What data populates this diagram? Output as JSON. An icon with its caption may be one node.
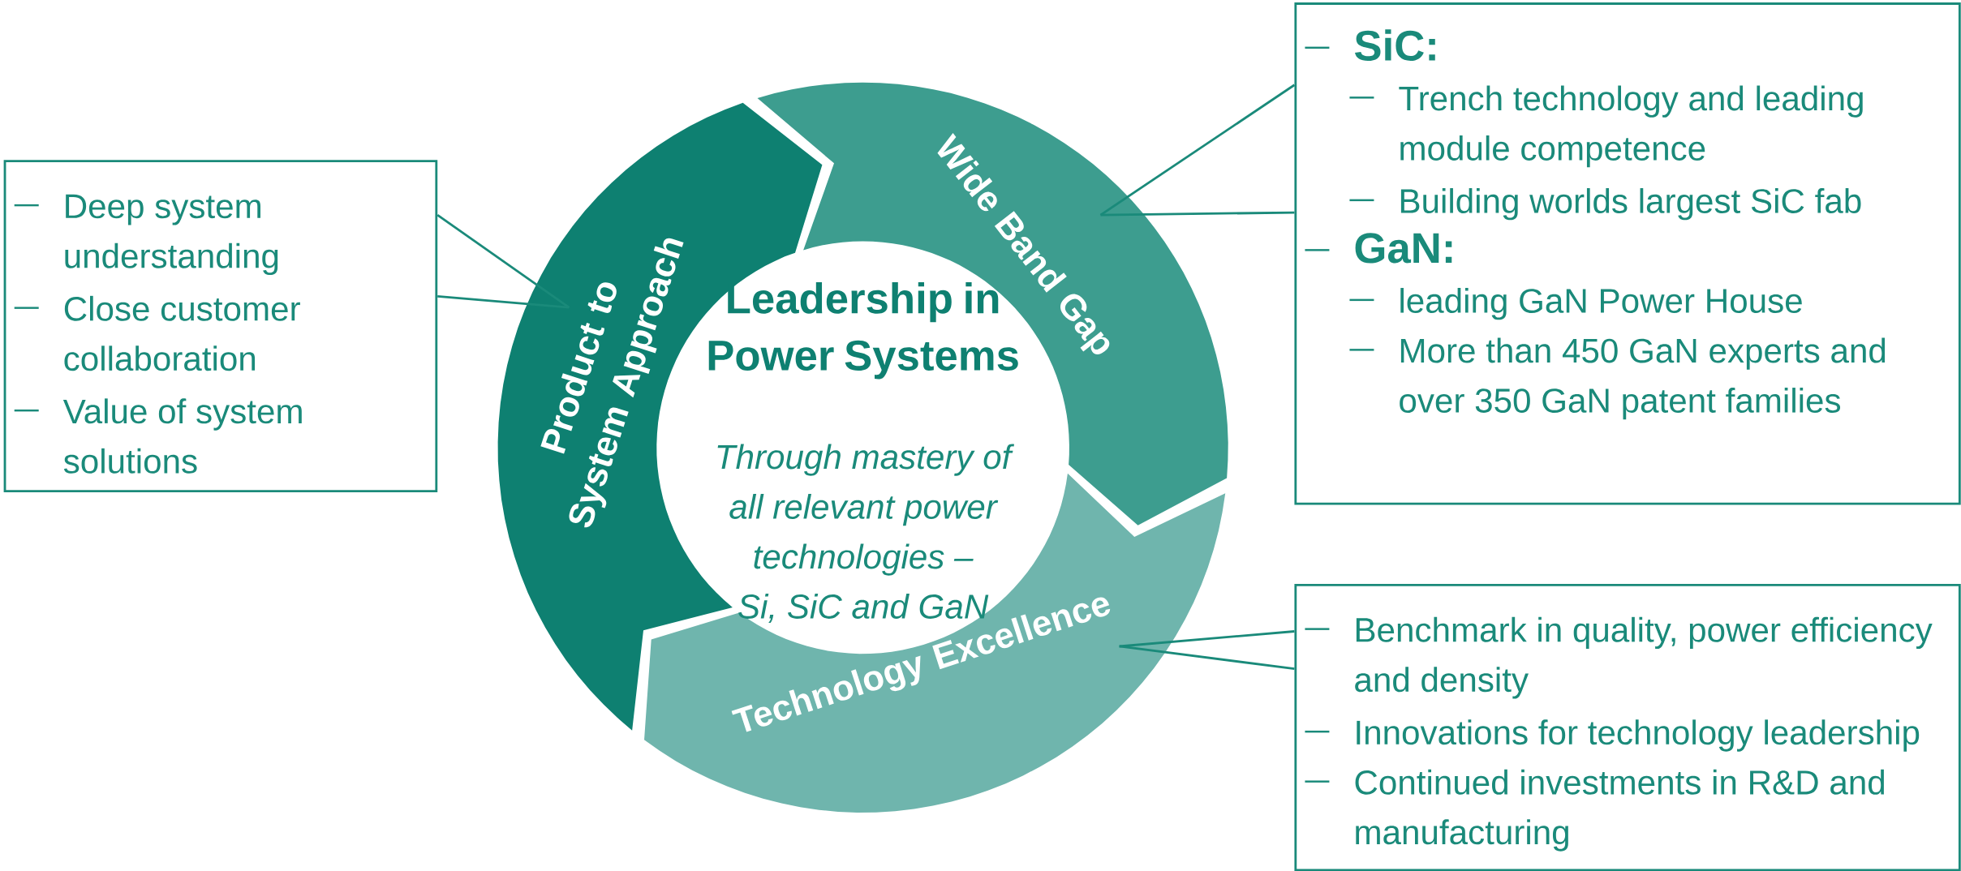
{
  "diagram": {
    "nodes": [
      {
        "text": [
          "Leadership in Power Systems",
          "Through mastery of all relevant power technologies – Si, SiC and GaN"
        ]
      },
      {
        "text": [
          "Product to System Approach"
        ]
      },
      {
        "text": [
          "Wide Band Gap"
        ]
      },
      {
        "text": [
          "Technology Excellence"
        ]
      },
      {
        "text": [
          "Deep system understanding",
          "Close customer collaboration",
          "Value of system solutions"
        ]
      },
      {
        "text": [
          "SiC:",
          "Trench technology and leading module competence",
          "Building worlds largest SiC fab",
          "GaN:",
          "leading GaN Power House",
          "More than 450 GaN experts and over 350 GaN patent families"
        ]
      },
      {
        "text": [
          "Benchmark in quality, power efficiency and density",
          "Innovations for technology leadership",
          "Continued investments in R&D and manufacturing"
        ]
      }
    ],
    "edges": [
      {
        "from": 4,
        "to": 1,
        "arrow": "none"
      },
      {
        "from": 5,
        "to": 2,
        "arrow": "none"
      },
      {
        "from": 6,
        "to": 3,
        "arrow": "none"
      }
    ]
  }
}
